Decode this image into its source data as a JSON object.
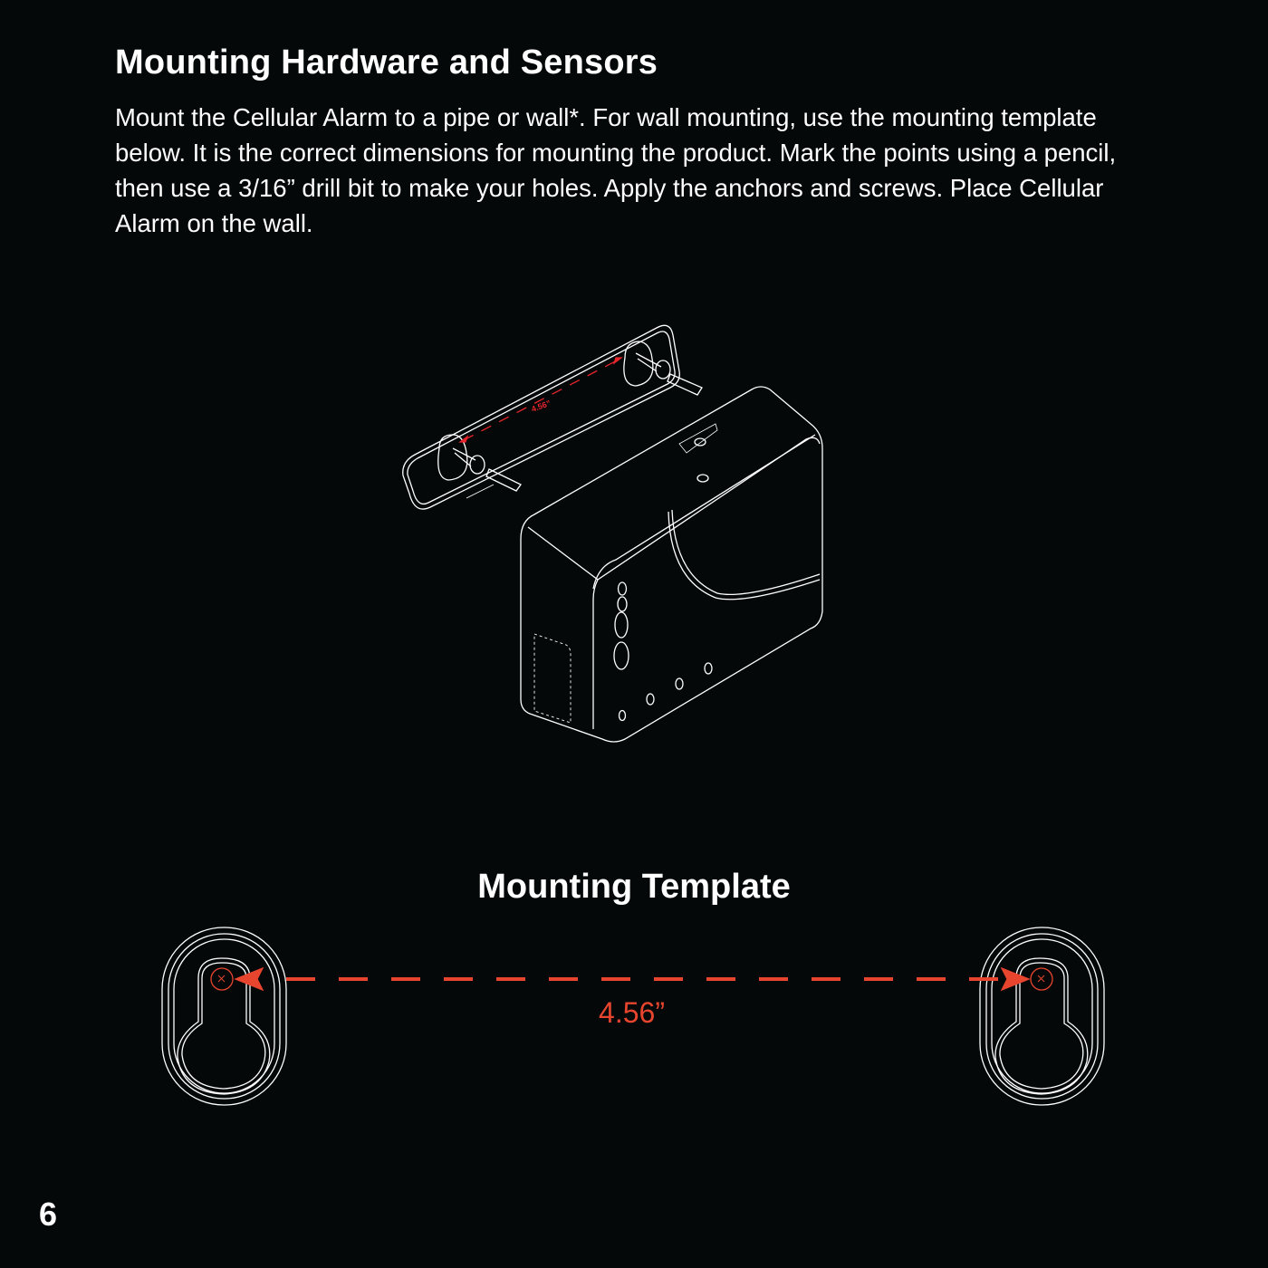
{
  "heading": "Mounting Hardware and Sensors",
  "body": "Mount the Cellular Alarm to a pipe or wall*. For wall mounting, use the mounting template below. It is the correct dimensions for mounting the product. Mark the points using a pencil, then use a 3/16” drill bit to make your holes. Apply the anchors and screws. Place Cellular Alarm on the wall.",
  "illustration": {
    "dimension_label": "4.56”"
  },
  "template": {
    "title": "Mounting Template",
    "dimension": "4.56”",
    "accent_color": "#e8452f"
  },
  "page_number": "6"
}
